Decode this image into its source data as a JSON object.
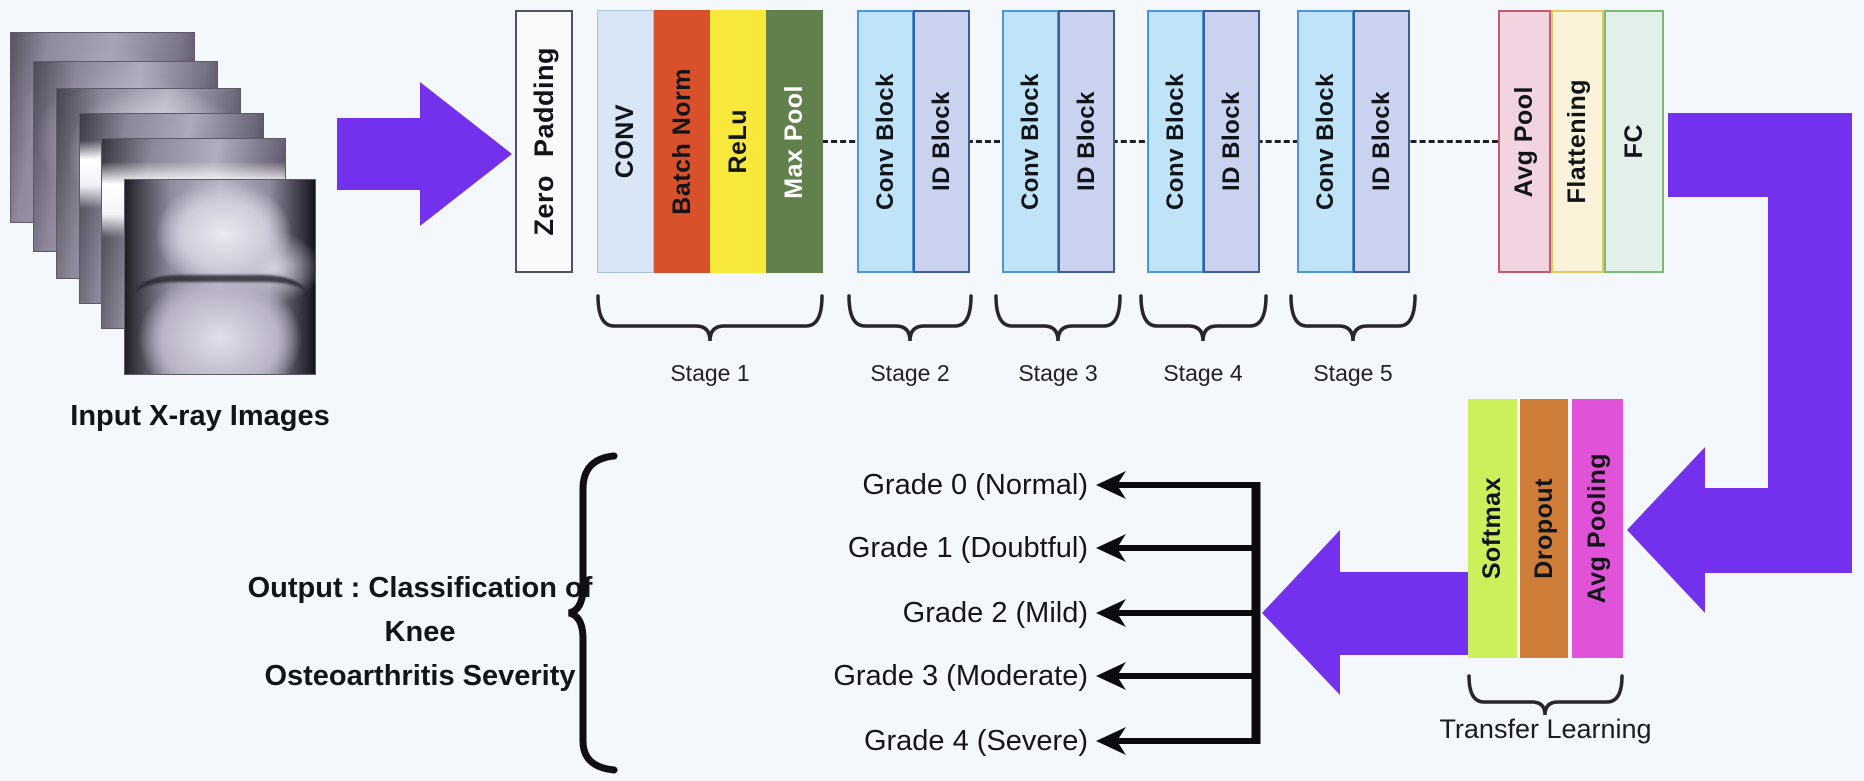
{
  "colors": {
    "background": "#f4f7fb",
    "purple": "#7331ee",
    "ink": "#111418",
    "zero-padding-bg": "#f8fafc",
    "zero-padding-border": "#52525c",
    "conv-bg": "#d9e6f6",
    "conv-border": "#a6c3e3",
    "batch-norm-bg": "#d8512b",
    "relu-bg": "#f8e83c",
    "max-pool-bg": "#62804b",
    "conv-block-bg": "#bfe4f8",
    "conv-block-border": "#4e97dd",
    "id-block-bg": "#c9d3ef",
    "id-block-border": "#3d5d95",
    "avg-pool-bg": "#f1d4e0",
    "avg-pool-border": "#c25b6d",
    "flattening-bg": "#faf3d9",
    "flattening-border": "#e2ca5e",
    "fc-bg": "#e2f0e9",
    "fc-border": "#79b97a",
    "softmax-bg": "#ccf05b",
    "dropout-bg": "#cd7d37",
    "avg-pooling-bg": "#e053d8"
  },
  "input": {
    "label": "Input X-ray Images"
  },
  "pipeline": {
    "zero_padding": "Zero Padding",
    "stage1_blocks": [
      "CONV",
      "Batch Norm",
      "ReLu",
      "Max Pool"
    ],
    "stage1_label": "Stage 1",
    "stage_groups": [
      {
        "label": "Stage 2",
        "conv": "Conv Block",
        "id": "ID Block"
      },
      {
        "label": "Stage 3",
        "conv": "Conv Block",
        "id": "ID Block"
      },
      {
        "label": "Stage 4",
        "conv": "Conv Block",
        "id": "ID Block"
      },
      {
        "label": "Stage 5",
        "conv": "Conv Block",
        "id": "ID Block"
      }
    ],
    "head_blocks": [
      "Avg Pool",
      "Flattening",
      "FC"
    ]
  },
  "transfer": {
    "blocks": [
      "Softmax",
      "Dropout",
      "Avg Pooling"
    ],
    "label": "Transfer Learning"
  },
  "output": {
    "title_line1": "Output : Classification of Knee",
    "title_line2": "Osteoarthritis Severity",
    "grades": [
      "Grade 0 (Normal)",
      "Grade 1 (Doubtful)",
      "Grade 2 (Mild)",
      "Grade 3 (Moderate)",
      "Grade 4 (Severe)"
    ]
  }
}
